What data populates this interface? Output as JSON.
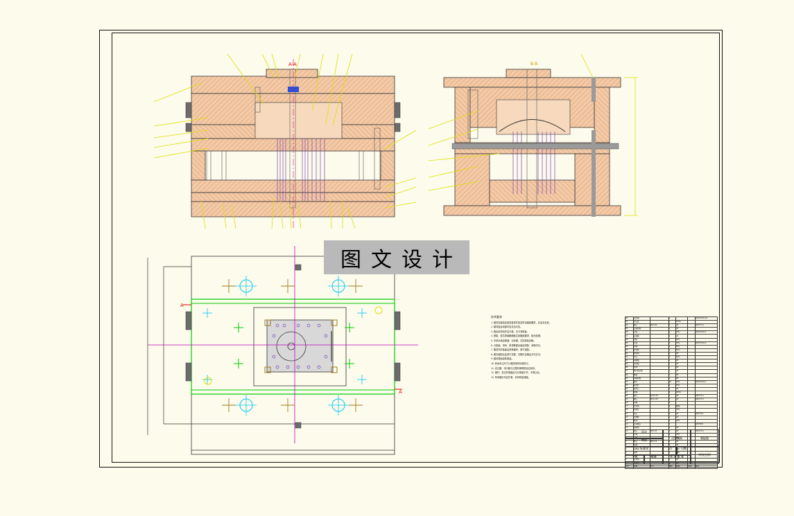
{
  "view_labels": {
    "section_aa": "A-A",
    "section_bb": "B-B",
    "cut_a_left": "A",
    "cut_a_right": "A"
  },
  "watermark": "图文设计",
  "notes": {
    "title": "技术要求",
    "lines": [
      "1.模具安装前应检查各零件是否符合图纸要求，清洁无毛刺。",
      "2.模具各运动部件应灵活可靠。",
      "3.推出机构动作应平稳，无卡滞现象。",
      "4.型腔、型芯表面粗糙度达到图纸要求，抛光处理。",
      "5.冷却水道应畅通，无渗漏，试压检验合格。",
      "6.分型面、滑块、斜顶等配合面应研配，间隙均匀。",
      "7.模具外形各板应刻有编号，便于装配。",
      "8.模具装配后应进行试模，试模件合格后方可交付。",
      "9.模具表面涂防锈油。",
      "10.其余未注尺寸公差按相关标准执行。",
      "11.定位圈、浇口套与注塑机喷嘴配合应良好。",
      "12.推杆、复位杆端面应与分型面平齐，不得凸出。",
      "13.所有螺钉均应拧紧，并有防松措施。"
    ]
  },
  "bom_rows": [
    [
      "42",
      "定位圈",
      "",
      "1",
      "",
      "",
      "GB/T4169.18"
    ],
    [
      "41",
      "浇口套",
      "",
      "1",
      "T10A",
      "",
      ""
    ],
    [
      "40",
      "螺钉",
      "M6×20",
      "4",
      "45",
      "",
      "GB/T70.1"
    ],
    [
      "39",
      "定模座板",
      "",
      "1",
      "45",
      "",
      ""
    ],
    [
      "38",
      "导套",
      "",
      "4",
      "T8A",
      "",
      "GB/T4169.2"
    ],
    [
      "37",
      "定模板",
      "",
      "1",
      "45",
      "",
      ""
    ],
    [
      "36",
      "型腔",
      "",
      "1",
      "P20",
      "",
      ""
    ],
    [
      "35",
      "导柱",
      "",
      "4",
      "T8A",
      "",
      "GB/T4169.4"
    ],
    [
      "34",
      "滑块",
      "",
      "2",
      "P20",
      "",
      ""
    ],
    [
      "33",
      "斜导柱",
      "",
      "2",
      "T8A",
      "",
      ""
    ],
    [
      "32",
      "楔紧块",
      "",
      "2",
      "45",
      "",
      ""
    ],
    [
      "31",
      "型芯",
      "",
      "1",
      "P20",
      "",
      ""
    ],
    [
      "30",
      "动模板",
      "",
      "1",
      "45",
      "",
      ""
    ],
    [
      "29",
      "支承板",
      "",
      "1",
      "45",
      "",
      ""
    ],
    [
      "28",
      "垫块",
      "",
      "2",
      "45",
      "",
      ""
    ],
    [
      "27",
      "推杆固定板",
      "",
      "1",
      "45",
      "",
      ""
    ],
    [
      "26",
      "推板",
      "",
      "1",
      "45",
      "",
      ""
    ],
    [
      "25",
      "动模座板",
      "",
      "1",
      "45",
      "",
      ""
    ],
    [
      "24",
      "推杆",
      "",
      "20",
      "T8A",
      "",
      "GB/T4169.1"
    ],
    [
      "23",
      "复位杆",
      "",
      "4",
      "T8A",
      "",
      ""
    ],
    [
      "22",
      "限位钉",
      "",
      "4",
      "45",
      "",
      ""
    ],
    [
      "21",
      "弹簧",
      "",
      "4",
      "65Mn",
      "",
      ""
    ],
    [
      "20",
      "螺钉",
      "M10×30",
      "4",
      "45",
      "",
      "GB/T70.1"
    ],
    [
      "19",
      "螺钉",
      "M12×40",
      "4",
      "45",
      "",
      "GB/T70.1"
    ],
    [
      "18",
      "水嘴",
      "",
      "8",
      "",
      "",
      ""
    ],
    [
      "17",
      "密封圈",
      "",
      "4",
      "橡胶",
      "",
      ""
    ],
    [
      "16",
      "拉料杆",
      "",
      "1",
      "T8A",
      "",
      ""
    ],
    [
      "15",
      "销钉",
      "",
      "4",
      "45",
      "",
      "GB/T119"
    ],
    [
      "14",
      "支撑柱",
      "",
      "2",
      "45",
      "",
      ""
    ],
    [
      "13",
      "推管",
      "",
      "2",
      "T8A",
      "",
      ""
    ],
    [
      "12",
      "吊环螺钉",
      "",
      "2",
      "",
      "",
      "GB/T825"
    ],
    [
      "11",
      "锁模块",
      "",
      "2",
      "45",
      "",
      ""
    ],
    [
      "10",
      "螺钉",
      "M8×25",
      "8",
      "45",
      "",
      "GB/T70.1"
    ],
    [
      "9",
      "导柱",
      "",
      "4",
      "T8A",
      "",
      ""
    ],
    [
      "8",
      "导套",
      "",
      "4",
      "T8A",
      "",
      ""
    ],
    [
      "7",
      "螺钉",
      "M6×16",
      "4",
      "45",
      "",
      ""
    ],
    [
      "6",
      "挡块",
      "",
      "2",
      "45",
      "",
      ""
    ],
    [
      "5",
      "耐磨块",
      "",
      "2",
      "T8A",
      "",
      ""
    ],
    [
      "4",
      "镶件",
      "",
      "2",
      "P20",
      "",
      ""
    ],
    [
      "3",
      "螺钉",
      "M5×12",
      "4",
      "45",
      "",
      ""
    ],
    [
      "2",
      "定位销",
      "",
      "2",
      "45",
      "",
      ""
    ],
    [
      "1",
      "垃圾钉",
      "",
      "4",
      "45",
      "",
      ""
    ],
    [
      "序号",
      "名称",
      "代号",
      "数量",
      "材料",
      "重量",
      "备注"
    ]
  ],
  "title_block": {
    "drawing_name": "装配图",
    "part_name": "注塑模具",
    "school": "（学校名称）",
    "scale": "1:1",
    "sheet": "共 张 第 张",
    "designer": "设计",
    "checker": "审核",
    "standard": "标准化",
    "process": "工艺",
    "approve": "批准",
    "date": "日期"
  }
}
